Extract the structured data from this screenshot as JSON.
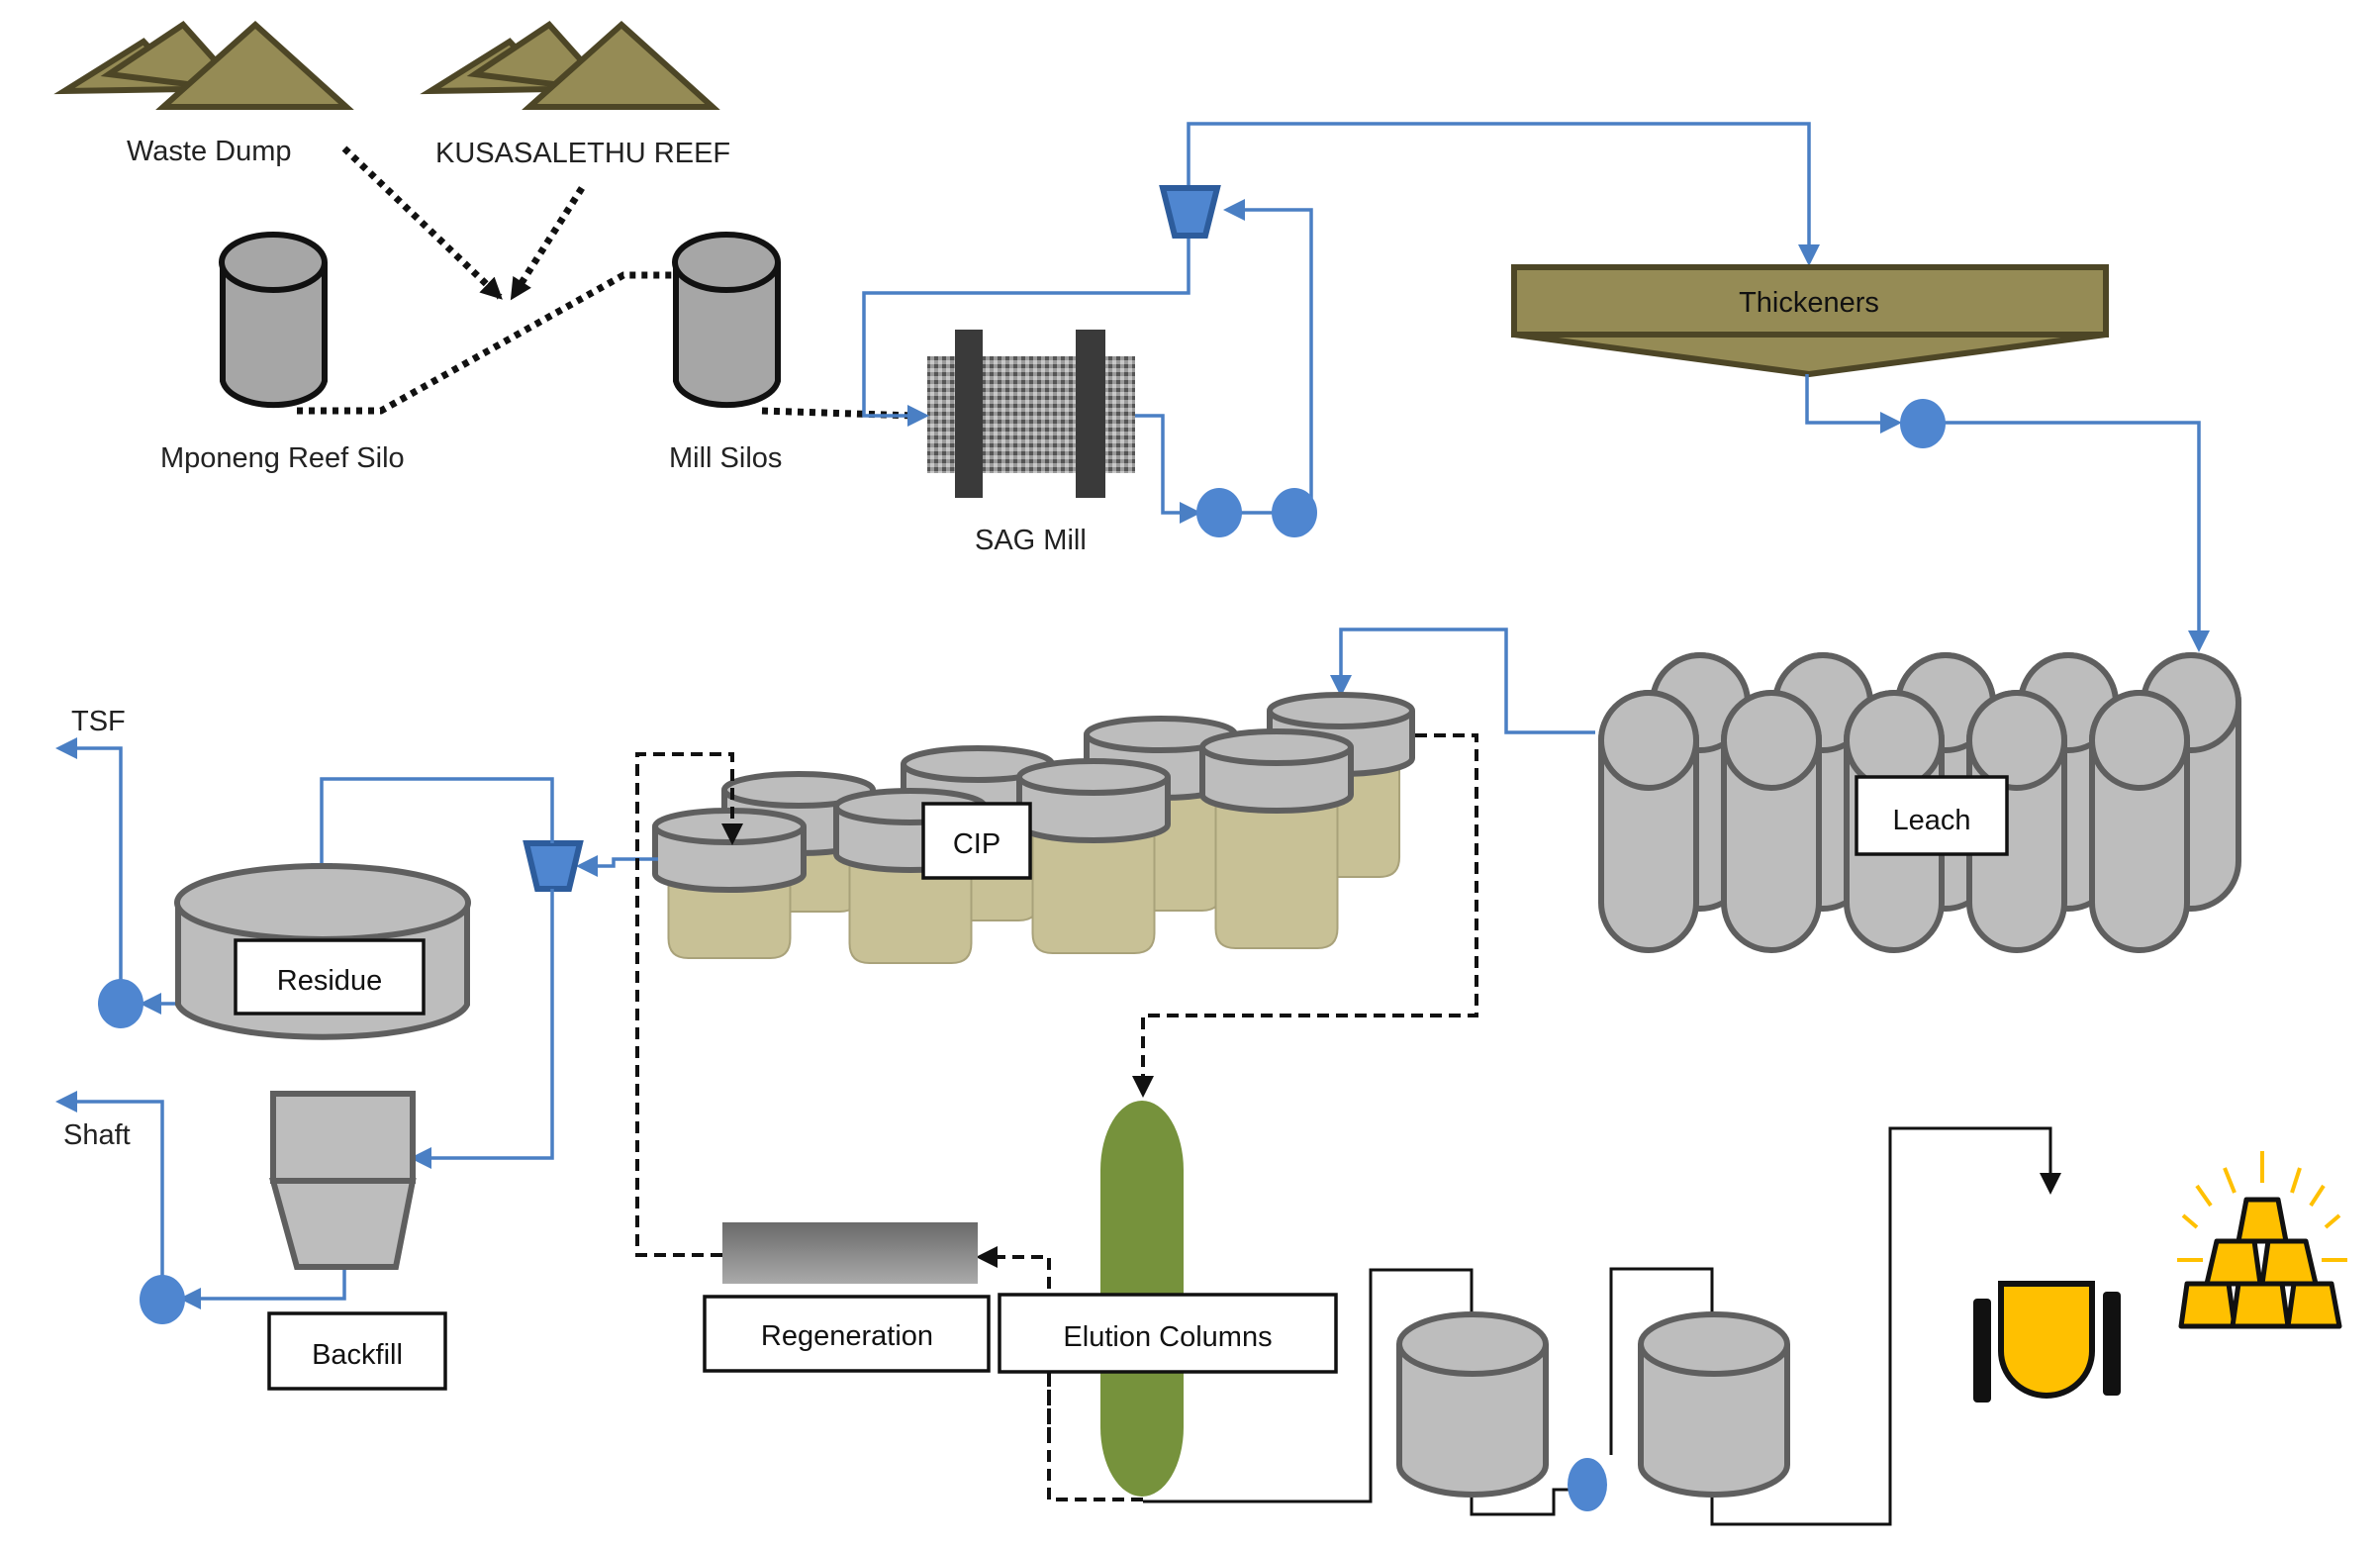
{
  "title": "Gold processing plant flowsheet",
  "colors": {
    "flow_slurry": "#4a7fc4",
    "pile": "#958b55",
    "tank": "#bdbdbd",
    "cip_body": "#c8c196",
    "elution": "#76923c",
    "gold": "#ffc000"
  },
  "labels": {
    "waste_dump": "Waste Dump",
    "kusasalethu_reef": "KUSASALETHU REEF",
    "mponeng_reef_silo": "Mponeng Reef Silo",
    "mill_silos": "Mill Silos",
    "sag_mill": "SAG Mill",
    "thickeners": "Thickeners",
    "leach": "Leach",
    "cip": "CIP",
    "tsf": "TSF",
    "residue": "Residue",
    "shaft": "Shaft",
    "backfill": "Backfill",
    "regeneration": "Regeneration",
    "elution_columns": "Elution Columns"
  },
  "icons": [
    "stockpile-icon",
    "silo-icon",
    "sag-mill-icon",
    "cyclone-icon",
    "pump-icon",
    "thickener-icon",
    "leach-tanks-icon",
    "cip-tanks-icon",
    "elution-column-icon",
    "electrowinning-tank-icon",
    "smelting-furnace-icon",
    "gold-bars-icon"
  ]
}
